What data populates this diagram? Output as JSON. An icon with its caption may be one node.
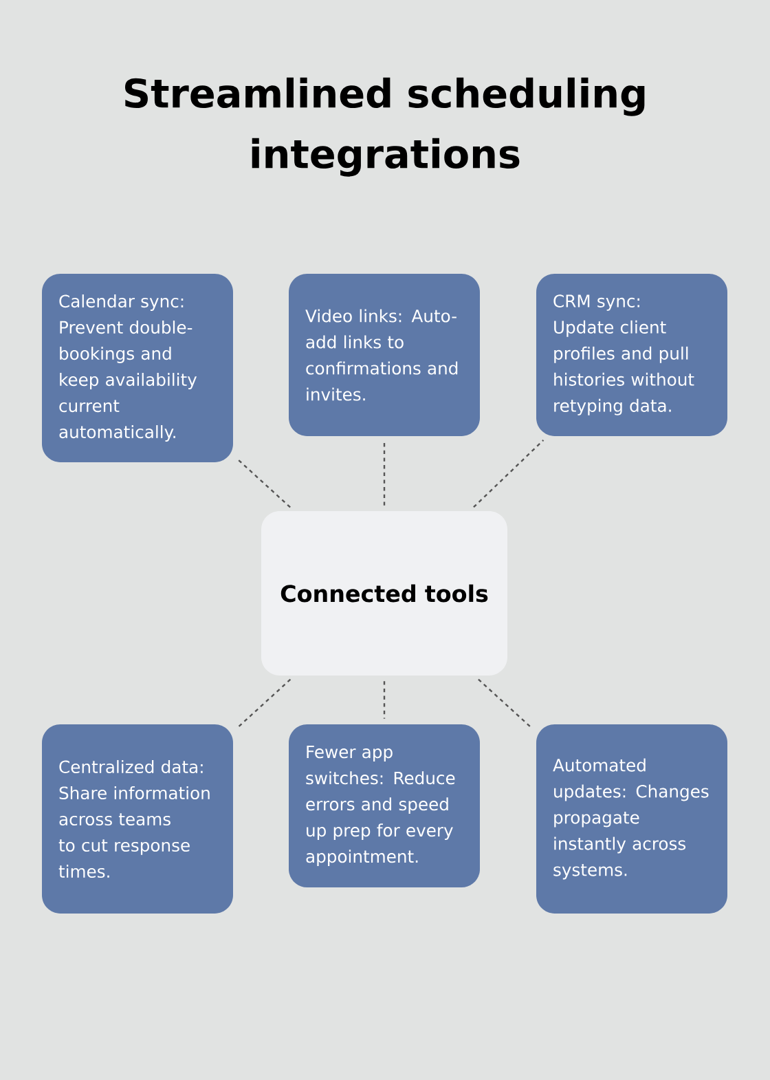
{
  "diagram": {
    "title": "Streamlined scheduling integrations",
    "nodes": [
      {
        "text": [
          "Calendar sync: Prevent double-bookings and keep availability current automatically."
        ]
      },
      {
        "text": [
          "Video links: Auto-add links to confirmations and invites."
        ]
      },
      {
        "text": [
          "CRM sync: Update client profiles and pull histories without retyping data."
        ]
      },
      {
        "text": [
          "Connected tools"
        ]
      },
      {
        "text": [
          "Centralized data: Share information across teams to cut response times."
        ]
      },
      {
        "text": [
          "Fewer app switches: Reduce errors and speed up prep for every appointment."
        ]
      },
      {
        "text": [
          "Automated updates: Changes propagate instantly across systems."
        ]
      }
    ],
    "edges": [
      {
        "from": 3,
        "to": 0,
        "arrow": "none",
        "style": "dashed"
      },
      {
        "from": 3,
        "to": 1,
        "arrow": "none",
        "style": "dashed"
      },
      {
        "from": 3,
        "to": 2,
        "arrow": "none",
        "style": "dashed"
      },
      {
        "from": 3,
        "to": 4,
        "arrow": "none",
        "style": "dashed"
      },
      {
        "from": 3,
        "to": 5,
        "arrow": "none",
        "style": "dashed"
      },
      {
        "from": 3,
        "to": 6,
        "arrow": "none",
        "style": "dashed"
      }
    ]
  }
}
